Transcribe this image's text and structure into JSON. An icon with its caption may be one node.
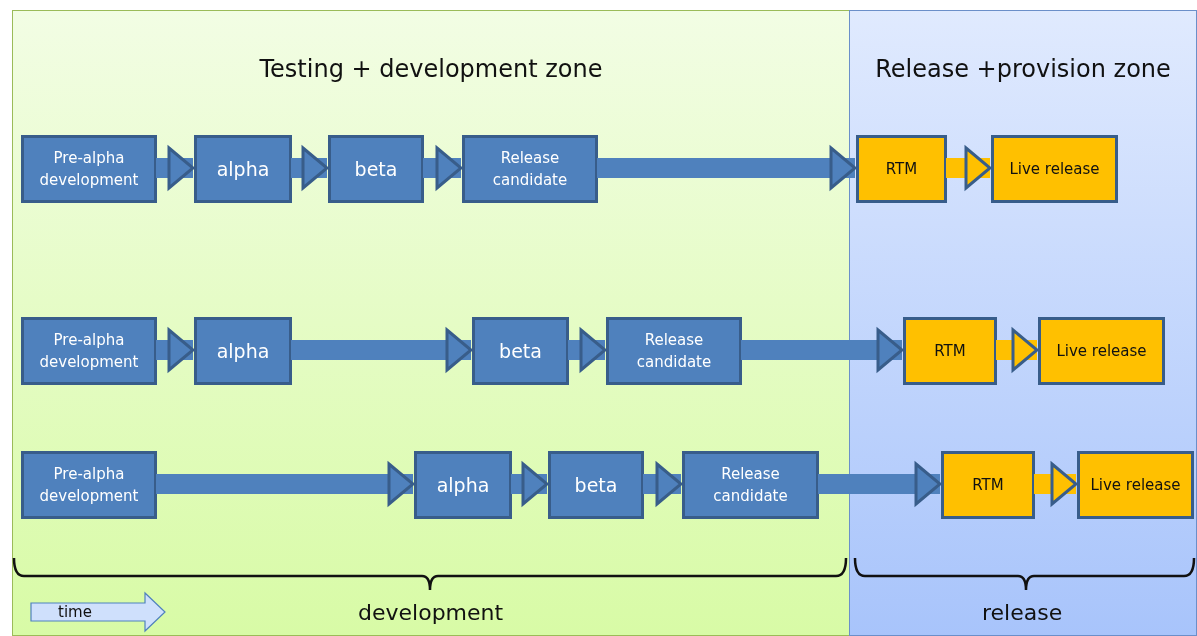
{
  "diagram": {
    "nodes": [
      {
        "text": [
          "Testing + development zone"
        ]
      },
      {
        "text": [
          "Release +provision zone"
        ]
      },
      {
        "text": [
          "Pre-alpha development"
        ],
        "in": 0
      },
      {
        "text": [
          "alpha"
        ],
        "in": 0
      },
      {
        "text": [
          "beta"
        ],
        "in": 0
      },
      {
        "text": [
          "Release candidate"
        ],
        "in": 0
      },
      {
        "text": [
          "RTM"
        ],
        "in": 1
      },
      {
        "text": [
          "Live release"
        ],
        "in": 1
      },
      {
        "text": [
          "Pre-alpha development"
        ],
        "in": 0
      },
      {
        "text": [
          "alpha"
        ],
        "in": 0
      },
      {
        "text": [
          "beta"
        ],
        "in": 0
      },
      {
        "text": [
          "Release candidate"
        ],
        "in": 0
      },
      {
        "text": [
          "RTM"
        ],
        "in": 1
      },
      {
        "text": [
          "Live release"
        ],
        "in": 1
      },
      {
        "text": [
          "Pre-alpha development"
        ],
        "in": 0
      },
      {
        "text": [
          "alpha"
        ],
        "in": 0
      },
      {
        "text": [
          "beta"
        ],
        "in": 0
      },
      {
        "text": [
          "Release candidate"
        ],
        "in": 0
      },
      {
        "text": [
          "RTM"
        ],
        "in": 1
      },
      {
        "text": [
          "Live release"
        ],
        "in": 1
      }
    ],
    "edges": [
      {
        "from": 2,
        "to": 3,
        "arrow": "to"
      },
      {
        "from": 3,
        "to": 4,
        "arrow": "to"
      },
      {
        "from": 4,
        "to": 5,
        "arrow": "to"
      },
      {
        "from": 5,
        "to": 6,
        "arrow": "to"
      },
      {
        "from": 6,
        "to": 7,
        "arrow": "to",
        "color": "#ffc000"
      },
      {
        "from": 8,
        "to": 9,
        "arrow": "to"
      },
      {
        "from": 9,
        "to": 10,
        "arrow": "to"
      },
      {
        "from": 10,
        "to": 11,
        "arrow": "to"
      },
      {
        "from": 11,
        "to": 12,
        "arrow": "to"
      },
      {
        "from": 12,
        "to": 13,
        "arrow": "to",
        "color": "#ffc000"
      },
      {
        "from": 14,
        "to": 15,
        "arrow": "to"
      },
      {
        "from": 15,
        "to": 16,
        "arrow": "to"
      },
      {
        "from": 16,
        "to": 17,
        "arrow": "to"
      },
      {
        "from": 17,
        "to": 18,
        "arrow": "to"
      },
      {
        "from": 18,
        "to": 19,
        "arrow": "to",
        "color": "#ffc000"
      }
    ],
    "labels": [
      "time",
      "development",
      "release"
    ]
  }
}
